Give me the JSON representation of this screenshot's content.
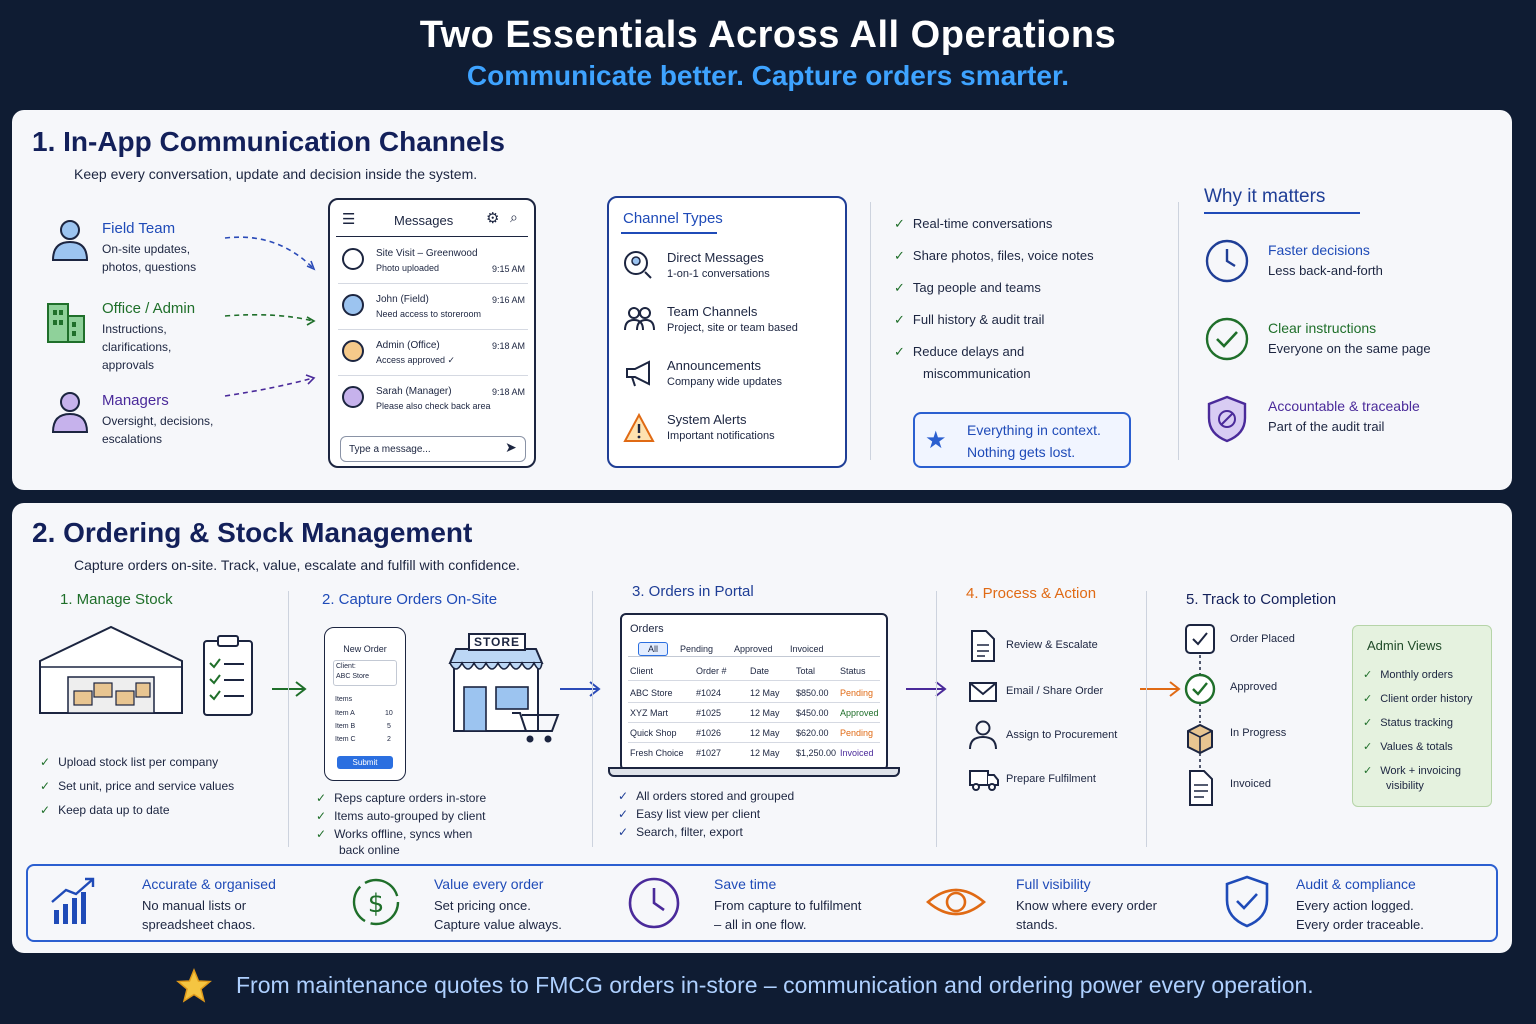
{
  "header": {
    "title": "Two Essentials Across All Operations",
    "subtitle": "Communicate better. Capture orders smarter."
  },
  "section1": {
    "title": "1. In-App Communication Channels",
    "desc": "Keep every conversation, update and decision inside the system.",
    "roles": [
      {
        "name": "Field Team",
        "desc1": "On-site updates,",
        "desc2": "photos, questions",
        "desc3": ""
      },
      {
        "name": "Office / Admin",
        "desc1": "Instructions,",
        "desc2": "clarifications,",
        "desc3": "approvals"
      },
      {
        "name": "Managers",
        "desc1": "Oversight, decisions,",
        "desc2": "escalations",
        "desc3": ""
      }
    ],
    "phone": {
      "title": "Messages",
      "messages": [
        {
          "name": "Site Visit – Greenwood",
          "text": "Photo uploaded",
          "time": "9:15 AM"
        },
        {
          "name": "John (Field)",
          "text": "Need access to storeroom",
          "time": "9:16 AM"
        },
        {
          "name": "Admin (Office)",
          "text": "Access approved ✓",
          "time": "9:18 AM"
        },
        {
          "name": "Sarah (Manager)",
          "text": "Please also check back area",
          "time": "9:18 AM"
        }
      ],
      "placeholder": "Type a message..."
    },
    "channel_types": {
      "title": "Channel Types",
      "items": [
        {
          "name": "Direct Messages",
          "desc": "1-on-1 conversations"
        },
        {
          "name": "Team Channels",
          "desc": "Project, site or team based"
        },
        {
          "name": "Announcements",
          "desc": "Company wide updates"
        },
        {
          "name": "System Alerts",
          "desc": "Important notifications"
        }
      ]
    },
    "features": [
      "Real-time conversations",
      "Share photos, files, voice notes",
      "Tag people and teams",
      "Full history & audit trail",
      "Reduce delays and",
      "miscommunication"
    ],
    "context_box": {
      "line1": "Everything in context.",
      "line2": "Nothing gets lost."
    },
    "why": {
      "title": "Why it matters",
      "items": [
        {
          "name": "Faster decisions",
          "desc": "Less back-and-forth"
        },
        {
          "name": "Clear instructions",
          "desc": "Everyone on the same page"
        },
        {
          "name": "Accountable & traceable",
          "desc": "Part of the audit trail"
        }
      ]
    }
  },
  "section2": {
    "title": "2. Ordering & Stock Management",
    "desc": "Capture orders on-site. Track, value, escalate and fulfill with confidence.",
    "step1": {
      "title": "1. Manage Stock",
      "bullets": [
        "Upload stock list per company",
        "Set unit, price and service values",
        "Keep data up to date"
      ]
    },
    "step2": {
      "title": "2. Capture Orders On-Site",
      "phone": {
        "title": "New Order",
        "client_label": "Client:",
        "client_value": "ABC Store",
        "items_label": "Items",
        "items": [
          {
            "name": "Item A",
            "qty": "10"
          },
          {
            "name": "Item B",
            "qty": "5"
          },
          {
            "name": "Item C",
            "qty": "2"
          }
        ],
        "submit": "Submit"
      },
      "store_sign": "STORE",
      "bullets": [
        "Reps capture orders in-store",
        "Items auto-grouped by client",
        "Works offline, syncs when",
        "back online"
      ]
    },
    "step3": {
      "title": "3. Orders in Portal",
      "portal": {
        "title": "Orders",
        "tabs": [
          "All",
          "Pending",
          "Approved",
          "Invoiced"
        ],
        "columns": [
          "Client",
          "Order #",
          "Date",
          "Total",
          "Status"
        ],
        "rows": [
          {
            "client": "ABC Store",
            "order": "#1024",
            "date": "12 May",
            "total": "$850.00",
            "status": "Pending"
          },
          {
            "client": "XYZ Mart",
            "order": "#1025",
            "date": "12 May",
            "total": "$450.00",
            "status": "Approved"
          },
          {
            "client": "Quick Shop",
            "order": "#1026",
            "date": "12 May",
            "total": "$620.00",
            "status": "Pending"
          },
          {
            "client": "Fresh Choice",
            "order": "#1027",
            "date": "12 May",
            "total": "$1,250.00",
            "status": "Invoiced"
          }
        ]
      },
      "bullets": [
        "All orders stored and grouped",
        "Easy list view per client",
        "Search, filter, export"
      ]
    },
    "step4": {
      "title": "4. Process & Action",
      "items": [
        "Review & Escalate",
        "Email / Share Order",
        "Assign to Procurement",
        "Prepare Fulfilment"
      ]
    },
    "step5": {
      "title": "5. Track to Completion",
      "items": [
        "Order Placed",
        "Approved",
        "In Progress",
        "Invoiced"
      ]
    },
    "admin": {
      "title": "Admin Views",
      "items": [
        "Monthly orders",
        "Client order history",
        "Status tracking",
        "Values & totals",
        "Work + invoicing",
        "visibility"
      ]
    },
    "benefits": [
      {
        "title": "Accurate & organised",
        "l1": "No manual lists or",
        "l2": "spreadsheet chaos."
      },
      {
        "title": "Value every order",
        "l1": "Set pricing once.",
        "l2": "Capture value always."
      },
      {
        "title": "Save time",
        "l1": "From capture to fulfilment",
        "l2": "– all in one flow."
      },
      {
        "title": "Full visibility",
        "l1": "Know where every order",
        "l2": "stands."
      },
      {
        "title": "Audit & compliance",
        "l1": "Every action logged.",
        "l2": "Every order traceable."
      }
    ]
  },
  "footer": "From maintenance quotes to FMCG orders in-store – communication and ordering power every operation.",
  "colors": {
    "background": "#0f1c33",
    "accent_blue": "#3ea3ff",
    "green": "#1f6f2a",
    "orange": "#e06a14",
    "purple": "#4a2a9a"
  }
}
